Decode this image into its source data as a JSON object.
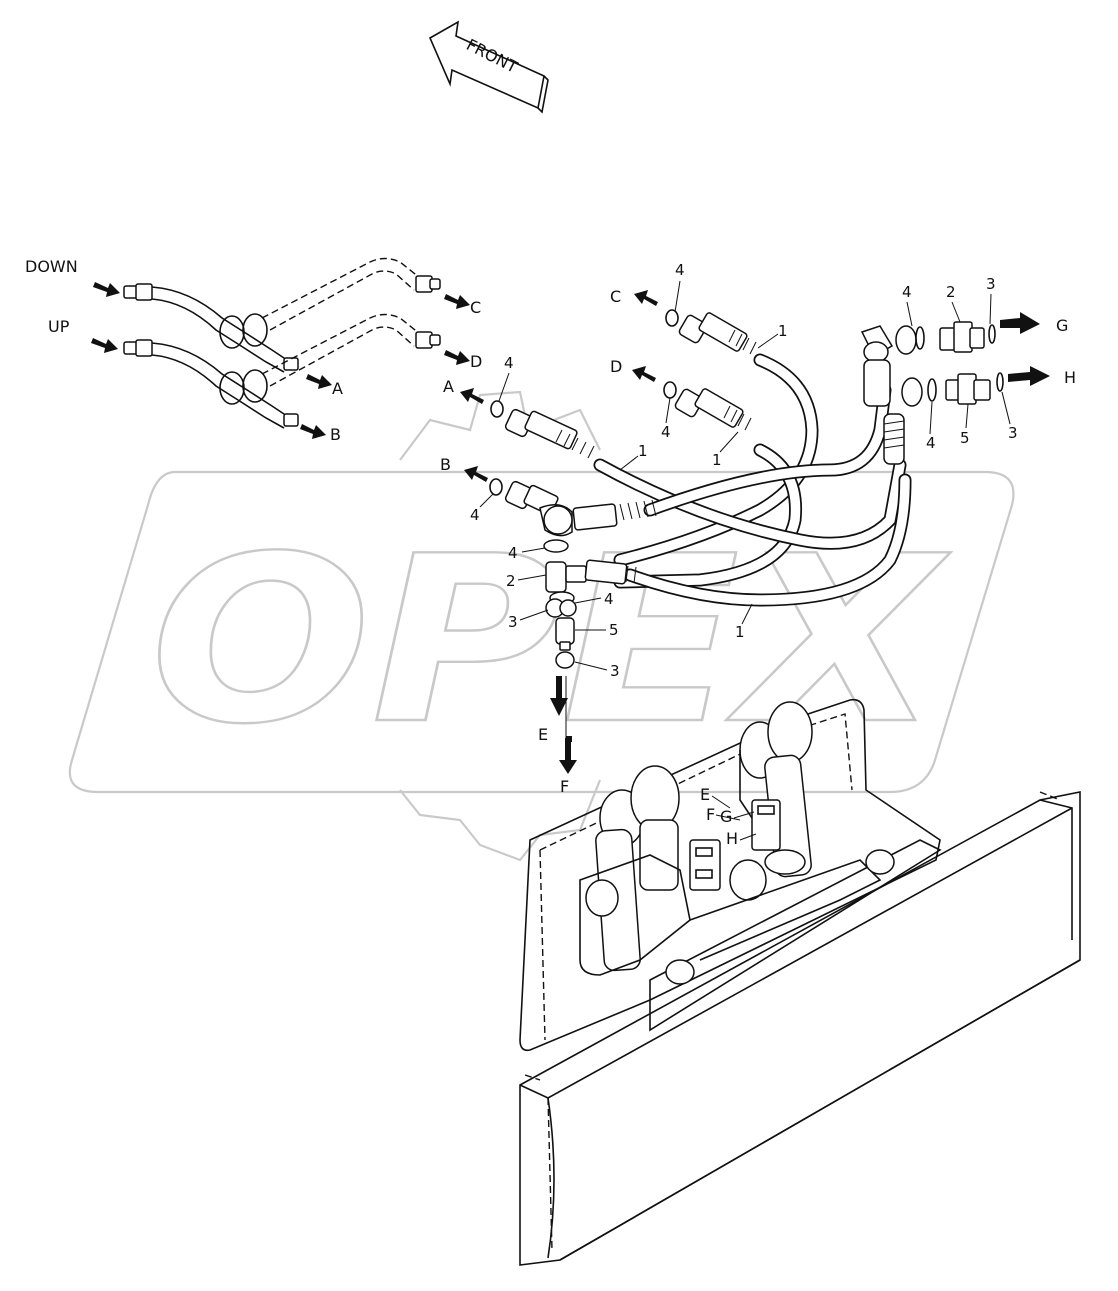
{
  "orientation": {
    "arrow_label": "FRONT"
  },
  "watermark": {
    "text": "OPEX"
  },
  "circuit_labels": {
    "down": "DOWN",
    "up": "UP"
  },
  "ports": {
    "a": "A",
    "b": "B",
    "c": "C",
    "d": "D",
    "e": "E",
    "f": "F",
    "g": "G",
    "h": "H"
  },
  "callouts": {
    "hose": "1",
    "elbow": "2",
    "seal": "3",
    "oring": "4",
    "adapter": "5"
  }
}
